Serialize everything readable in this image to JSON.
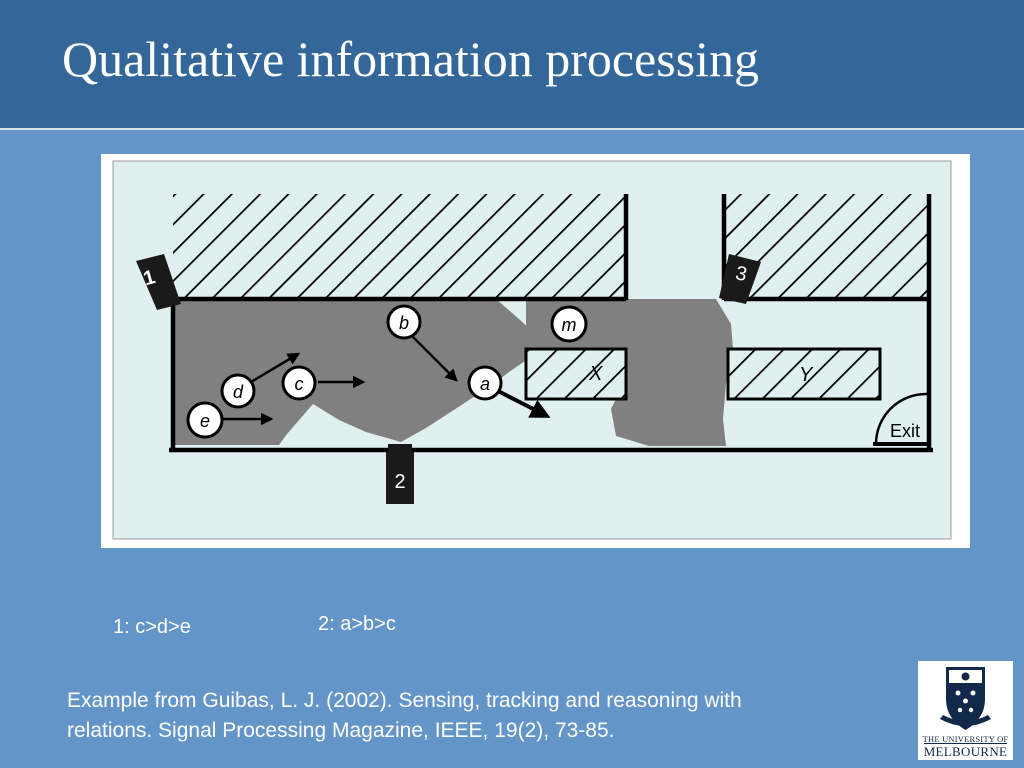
{
  "title": "Qualitative information processing",
  "diagram": {
    "sensors": [
      "1",
      "2",
      "3"
    ],
    "objects": [
      "b",
      "m",
      "a",
      "c",
      "d",
      "e"
    ],
    "regions": [
      "X",
      "Y"
    ],
    "exit_label": "Exit"
  },
  "orderings": {
    "sensor1": "1: c>d>e",
    "sensor2": "2: a>b>c"
  },
  "caption": {
    "line1": "Example from Guibas, L. J. (2002). Sensing, tracking and reasoning with",
    "line2": "relations. Signal Processing Magazine, IEEE, 19(2), 73-85."
  },
  "logo": {
    "line1": "THE UNIVERSITY OF",
    "line2": "MELBOURNE"
  },
  "colors": {
    "header_bg": "#336699",
    "slide_bg": "#6495c8",
    "diagram_bg": "#e0f0f0",
    "coverage_gray": "#808080"
  }
}
